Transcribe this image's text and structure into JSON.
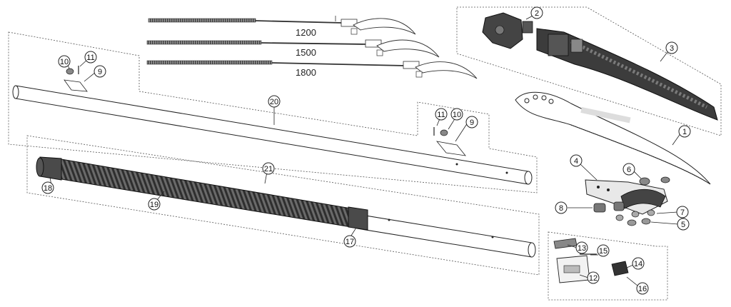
{
  "lengths": [
    "1200",
    "1500",
    "1800"
  ],
  "callouts": [
    "1",
    "2",
    "3",
    "4",
    "5",
    "6",
    "7",
    "8",
    "9",
    "10",
    "11",
    "12",
    "13",
    "14",
    "15",
    "16",
    "17",
    "18",
    "19",
    "20",
    "21"
  ],
  "colors": {
    "line": "#222222",
    "part_dark": "#3a3a3a",
    "part_mid": "#7a7a7a",
    "bg": "#ffffff"
  }
}
